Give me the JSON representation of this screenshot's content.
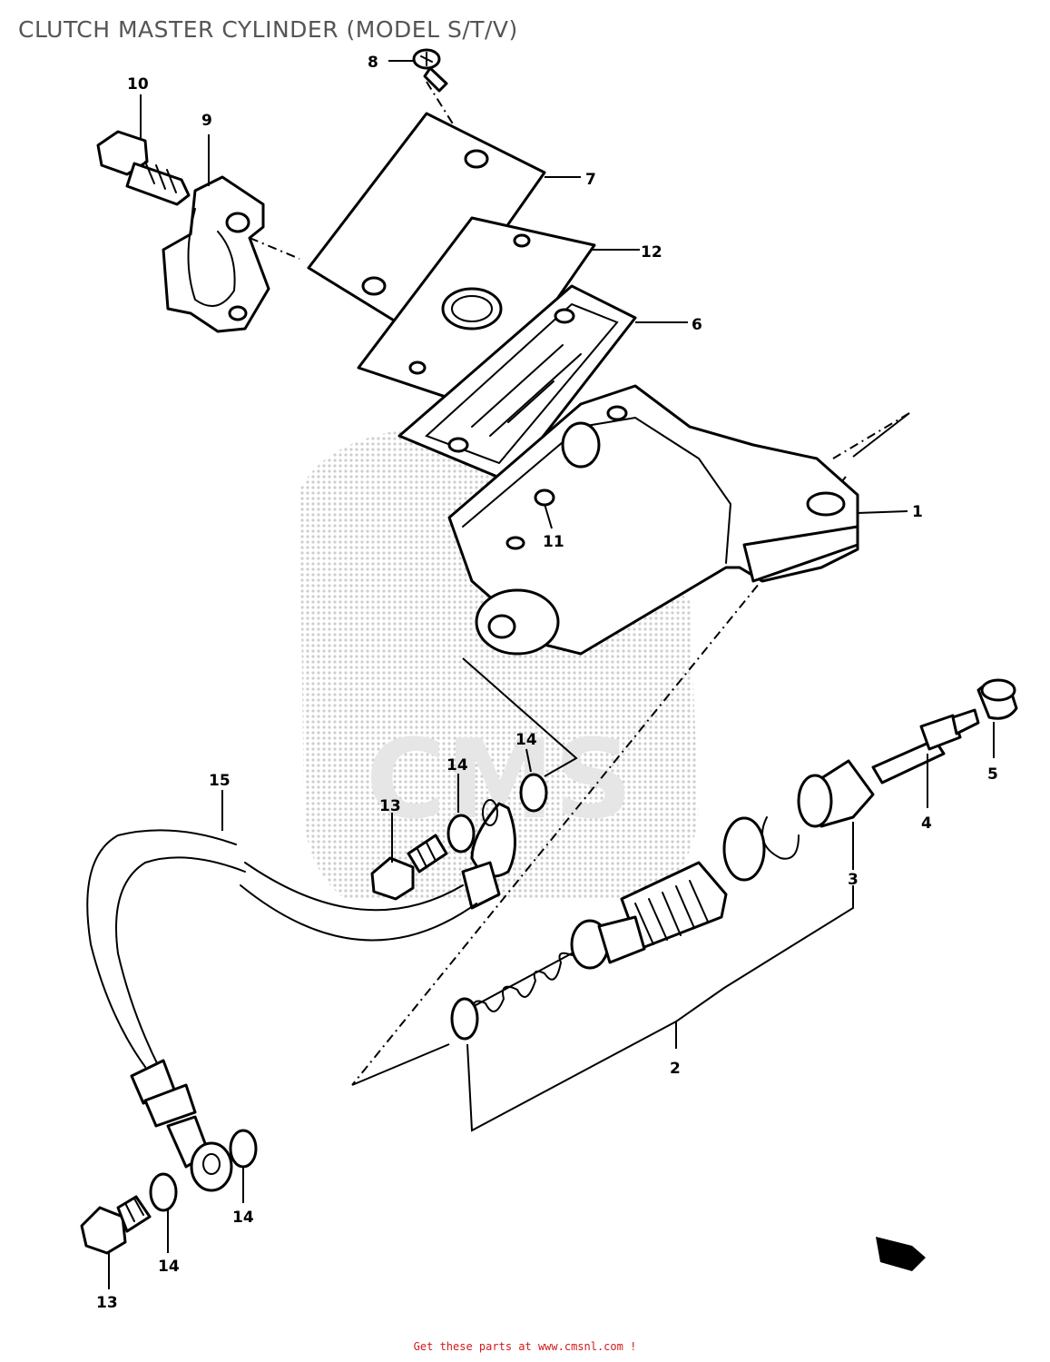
{
  "title": "CLUTCH MASTER CYLINDER (MODEL S/T/V)",
  "footer": "Get these parts at www.cmsnl.com !",
  "watermark": "CMS",
  "callouts": {
    "c1": "1",
    "c2": "2",
    "c3": "3",
    "c4": "4",
    "c5": "5",
    "c6": "6",
    "c7": "7",
    "c8": "8",
    "c9": "9",
    "c10": "10",
    "c11": "11",
    "c12": "12",
    "c13a": "13",
    "c13b": "13",
    "c14a": "14",
    "c14b": "14",
    "c14c": "14",
    "c14d": "14",
    "c15": "15"
  }
}
